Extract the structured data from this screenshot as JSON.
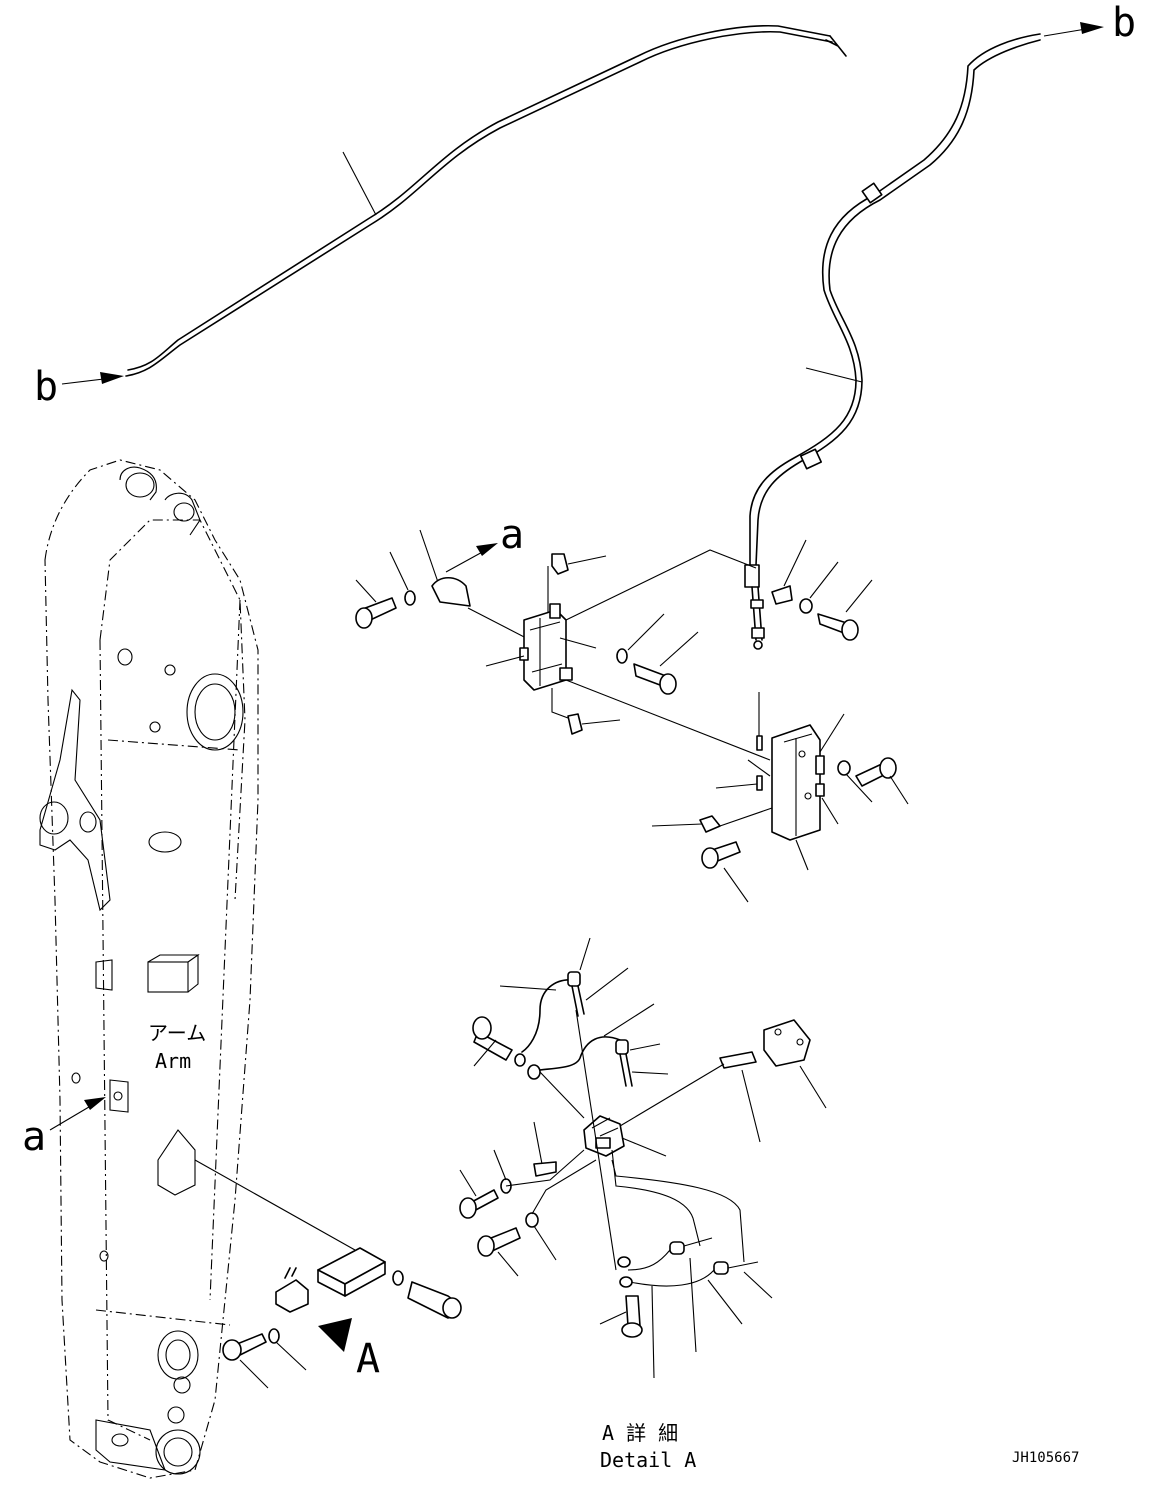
{
  "callouts": {
    "a_top": "a",
    "a_left": "a",
    "b_left": "b",
    "b_top": "b",
    "view_A": "A"
  },
  "arm_label": {
    "jp": "アーム",
    "en": "Arm"
  },
  "detail_label": {
    "jp": "A 詳 細",
    "en": "Detail A"
  },
  "drawing_id": "JH105667"
}
